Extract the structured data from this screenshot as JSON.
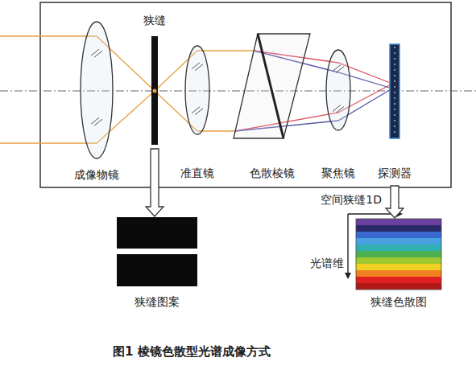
{
  "diagram": {
    "caption": "图1 棱镜色散型光谱成像方式",
    "nodes": [
      {
        "text": [
          "成像物镜"
        ]
      },
      {
        "text": [
          "狭缝"
        ]
      },
      {
        "text": [
          "准直镜"
        ]
      },
      {
        "text": [
          "色散棱镜"
        ]
      },
      {
        "text": [
          "聚焦镜"
        ]
      },
      {
        "text": [
          "探测器"
        ]
      },
      {
        "text": [
          "狭缝图案"
        ]
      },
      {
        "text": [
          "狭缝色散图"
        ]
      }
    ],
    "edges": [
      {
        "from": 1,
        "to": 6,
        "arrow": "to"
      },
      {
        "from": 5,
        "to": 7,
        "arrow": "to"
      }
    ],
    "labels": [
      "空间狭缝1D",
      "光谱维"
    ]
  }
}
